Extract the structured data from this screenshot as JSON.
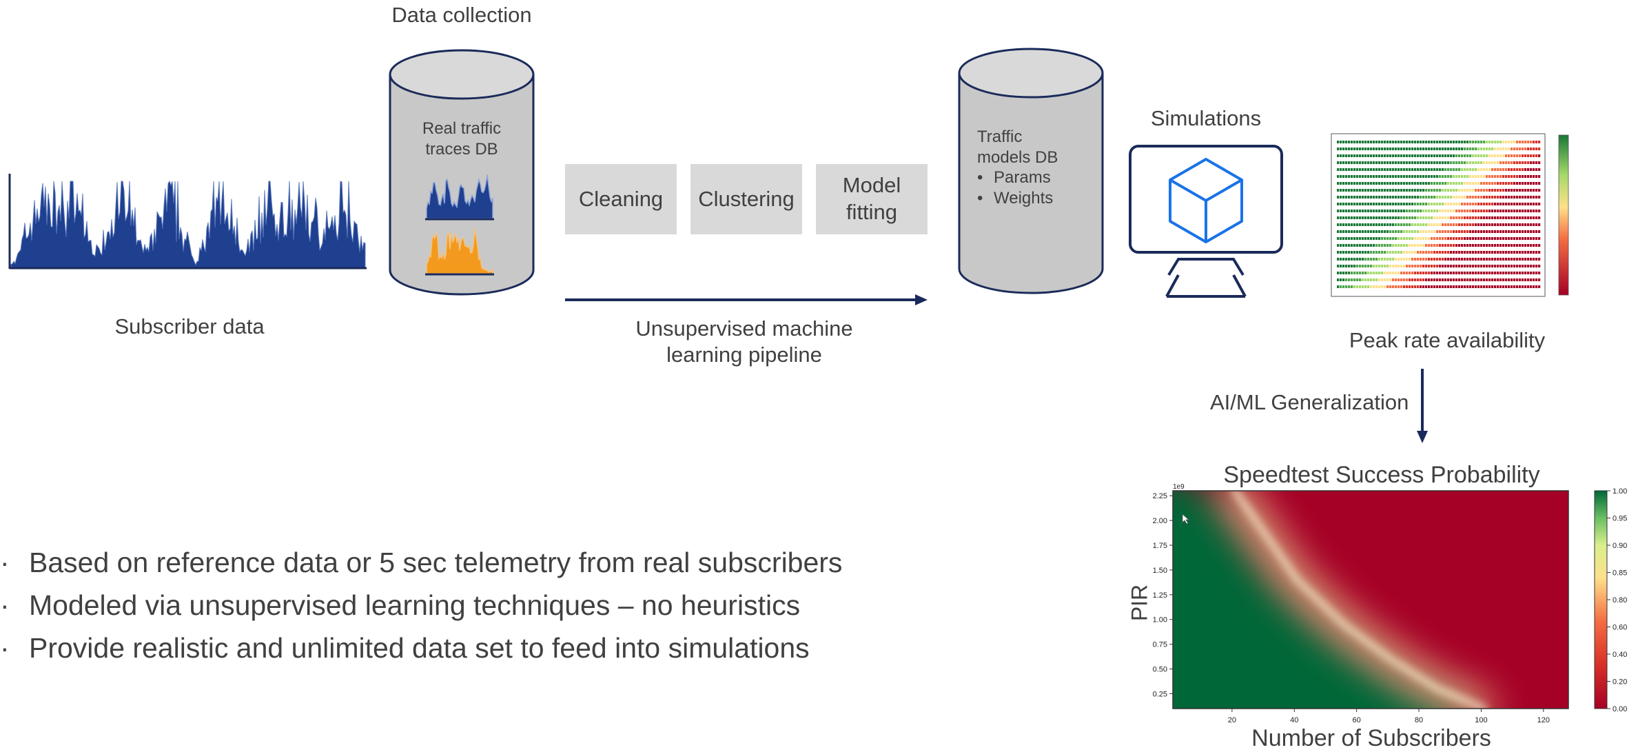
{
  "data_collection": {
    "title": "Data collection",
    "db_label": "Real traffic traces DB"
  },
  "subscriber": {
    "label": "Subscriber data"
  },
  "pipeline": {
    "steps": [
      "Cleaning",
      "Clustering",
      "Model fitting"
    ],
    "label": "Unsupervised machine learning pipeline"
  },
  "traffic_db": {
    "title": "Traffic models DB",
    "items": [
      "Params",
      "Weights"
    ]
  },
  "simulations": {
    "label": "Simulations"
  },
  "peak_rate": {
    "label": "Peak rate availability"
  },
  "generalization": {
    "label": "AI/ML Generalization"
  },
  "bullets": [
    "Based on reference data or 5 sec telemetry from real subscribers",
    "Modeled via unsupervised learning techniques – no heuristics",
    "Provide realistic and unlimited data set to feed into simulations"
  ],
  "colors": {
    "navy": "#1a2a5a",
    "trace_blue": "#1f3f8f",
    "trace_orange": "#f39a1e",
    "monitor_blue": "#1a73e8",
    "cyl_fill": "#c8c8c8",
    "box_fill": "#d9d9d9"
  },
  "chart_data": {
    "type": "heatmap",
    "title": "Speedtest Success Probability",
    "xlabel": "Number of Subscribers",
    "ylabel": "PIR",
    "y_scale_label": "1e9",
    "x_ticks": [
      "20",
      "40",
      "60",
      "80",
      "100",
      "120"
    ],
    "y_ticks": [
      "0.25",
      "0.50",
      "0.75",
      "1.00",
      "1.25",
      "1.50",
      "1.75",
      "2.00",
      "2.25"
    ],
    "colorbar_ticks": [
      "0.00",
      "0.20",
      "0.40",
      "0.60",
      "0.80",
      "0.85",
      "0.90",
      "0.95",
      "1.00"
    ],
    "xlim": [
      1,
      128
    ],
    "ylim": [
      0.1,
      2.3
    ],
    "boundary_50pct": [
      [
        20,
        2.3
      ],
      [
        30,
        1.85
      ],
      [
        40,
        1.4
      ],
      [
        55,
        0.95
      ],
      [
        70,
        0.6
      ],
      [
        85,
        0.3
      ],
      [
        100,
        0.1
      ]
    ]
  }
}
